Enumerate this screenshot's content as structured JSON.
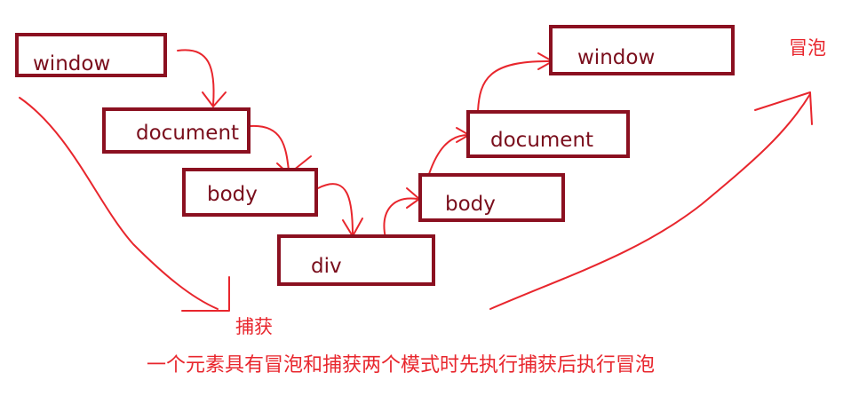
{
  "capture": {
    "nodes": {
      "window": "window",
      "document": "document",
      "body": "body",
      "div": "div"
    },
    "label": "捕获"
  },
  "bubble": {
    "nodes": {
      "body": "body",
      "document": "document",
      "window": "window"
    },
    "label": "冒泡"
  },
  "caption": "一个元素具有冒泡和捕获两个模式时先执行捕获后执行冒泡",
  "colors": {
    "box_border": "#8b1020",
    "box_text": "#7a0e1c",
    "annotation": "#e8262d"
  }
}
